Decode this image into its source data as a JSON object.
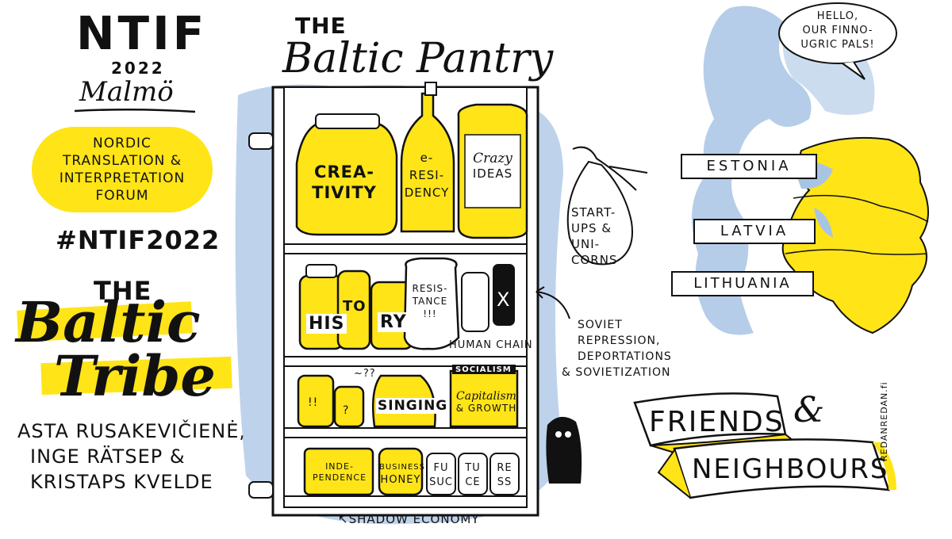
{
  "event": {
    "name": "NTIF",
    "year": "2022",
    "city": "Malmö",
    "forum_line1": "NORDIC",
    "forum_line2": "TRANSLATION &",
    "forum_line3": "INTERPRETATION",
    "forum_line4": "FORUM",
    "hashtag": "#NTIF2022"
  },
  "session": {
    "the": "THE",
    "title_line1": "Baltic",
    "title_line2": "Tribe",
    "speakers_line1": "ASTA RUSAKEVIČIENĖ,",
    "speakers_line2": "INGE RÄTSEP &",
    "speakers_line3": "KRISTAPS KVELDE"
  },
  "pantry": {
    "the": "THE",
    "title": "Baltic Pantry",
    "shelf1": {
      "jar1_line1": "CREA-",
      "jar1_line2": "TIVITY",
      "bottle_line1": "e-",
      "bottle_line2": "RESI-",
      "bottle_line3": "DENCY",
      "jar3_line1": "Crazy",
      "jar3_line2": "IDEAS"
    },
    "bag_line1": "START-",
    "bag_line2": "UPS &",
    "bag_line3": "UNI-",
    "bag_line4": "CORNS",
    "shelf2": {
      "his": "HIS",
      "to": "TO",
      "ry": "RY",
      "resistance_line1": "RESIS-",
      "resistance_line2": "TANCE",
      "resistance_line3": "!!!",
      "x": "X",
      "human_chain": "HUMAN CHAIN"
    },
    "soviet_line1": "SOVIET",
    "soviet_line2": "REPRESSION,",
    "soviet_line3": "DEPORTATIONS",
    "soviet_line4": "& SOVIETIZATION",
    "shelf3": {
      "exclaim": "!!",
      "question": "?",
      "question_marks": "~??",
      "singing": "SINGING",
      "socialism": "SOCIALISM",
      "capitalism_line1": "Capitalism",
      "capitalism_line2": "& GROWTH"
    },
    "shelf4": {
      "indep_line1": "INDE-",
      "indep_line2": "PENDENCE",
      "honey_line1": "BUSINESS",
      "honey_line2": "HONEY",
      "fu": "FU",
      "suc": "SUC",
      "tu": "TU",
      "ce": "CE",
      "re": "RE",
      "ss": "SS"
    },
    "shadow_economy": "SHADOW ECONOMY"
  },
  "map": {
    "speech_line1": "HELLO,",
    "speech_line2": "OUR FINNO-",
    "speech_line3": "UGRIC PALS!",
    "estonia": "ESTONIA",
    "latvia": "LATVIA",
    "lithuania": "LITHUANIA"
  },
  "banner": {
    "line1": "FRIENDS",
    "amp": "&",
    "line2": "NEIGHBOURS"
  },
  "signature": "REDANREDAN.fi",
  "colors": {
    "yellow": "#FFE418",
    "blue": "#A8C4E4",
    "ink": "#111111",
    "paper": "#ffffff"
  }
}
